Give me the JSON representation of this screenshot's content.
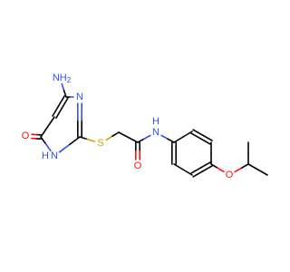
{
  "molecule": {
    "atoms": [
      {
        "id": "nh2",
        "label": "NH2",
        "display": "NH",
        "sub": "2",
        "color": "#3050f8"
      },
      {
        "id": "c4",
        "label": "C"
      },
      {
        "id": "c5",
        "label": "C"
      },
      {
        "id": "c6",
        "label": "C"
      },
      {
        "id": "o6",
        "label": "O",
        "color": "#ff0d0d"
      },
      {
        "id": "n1",
        "label": "NH",
        "display": "N",
        "sub": "",
        "hlabel": "H",
        "color": "#3050f8"
      },
      {
        "id": "c2",
        "label": "C"
      },
      {
        "id": "n3",
        "label": "N",
        "color": "#3050f8"
      },
      {
        "id": "s",
        "label": "S",
        "color": "#c8a400"
      },
      {
        "id": "ch2",
        "label": "C"
      },
      {
        "id": "cco",
        "label": "C"
      },
      {
        "id": "oco",
        "label": "O",
        "color": "#ff0d0d"
      },
      {
        "id": "nh",
        "label": "NH",
        "display": "N",
        "sub": "",
        "hlabel": "H",
        "color": "#3050f8"
      },
      {
        "id": "a1",
        "label": "C"
      },
      {
        "id": "a2",
        "label": "C"
      },
      {
        "id": "a3",
        "label": "C"
      },
      {
        "id": "a4",
        "label": "C"
      },
      {
        "id": "a5",
        "label": "C"
      },
      {
        "id": "a6",
        "label": "C"
      },
      {
        "id": "oe",
        "label": "O",
        "color": "#ff0d0d"
      },
      {
        "id": "ch",
        "label": "C"
      },
      {
        "id": "me1",
        "label": "C"
      },
      {
        "id": "me2",
        "label": "C"
      }
    ],
    "bonds": [
      {
        "a": "nh2",
        "b": "c4",
        "order": 1
      },
      {
        "a": "c4",
        "b": "c5",
        "order": 2
      },
      {
        "a": "c5",
        "b": "c6",
        "order": 1
      },
      {
        "a": "c6",
        "b": "o6",
        "order": 2
      },
      {
        "a": "c6",
        "b": "n1",
        "order": 1
      },
      {
        "a": "n1",
        "b": "c2",
        "order": 1
      },
      {
        "a": "c2",
        "b": "n3",
        "order": 2
      },
      {
        "a": "n3",
        "b": "c4",
        "order": 1
      },
      {
        "a": "c2",
        "b": "s",
        "order": 1
      },
      {
        "a": "s",
        "b": "ch2",
        "order": 1
      },
      {
        "a": "ch2",
        "b": "cco",
        "order": 1
      },
      {
        "a": "cco",
        "b": "oco",
        "order": 2
      },
      {
        "a": "cco",
        "b": "nh",
        "order": 1
      },
      {
        "a": "nh",
        "b": "a1",
        "order": 1
      },
      {
        "a": "a1",
        "b": "a2",
        "order": 2
      },
      {
        "a": "a2",
        "b": "a3",
        "order": 1
      },
      {
        "a": "a3",
        "b": "a4",
        "order": 2
      },
      {
        "a": "a4",
        "b": "a5",
        "order": 1
      },
      {
        "a": "a5",
        "b": "a6",
        "order": 2
      },
      {
        "a": "a6",
        "b": "a1",
        "order": 1
      },
      {
        "a": "a4",
        "b": "oe",
        "order": 1
      },
      {
        "a": "oe",
        "b": "ch",
        "order": 1
      },
      {
        "a": "ch",
        "b": "me1",
        "order": 1
      },
      {
        "a": "ch",
        "b": "me2",
        "order": 1
      }
    ]
  }
}
